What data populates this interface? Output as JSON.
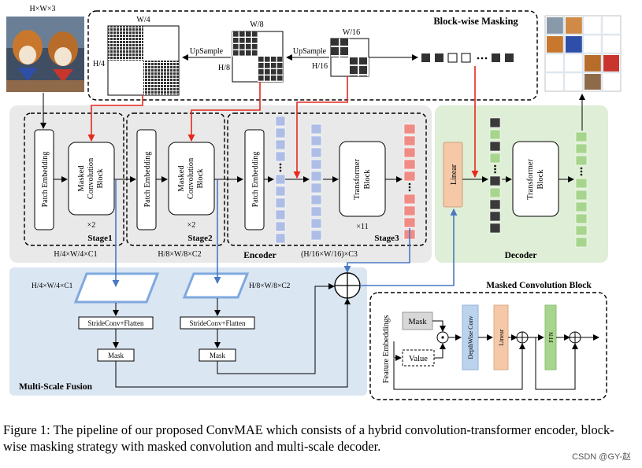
{
  "diagram": {
    "input_dims": "H×W×3",
    "masking": {
      "title": "Block-wise Masking",
      "w4": "W/4",
      "h4": "H/4",
      "w8": "W/8",
      "h8": "H/8",
      "w16": "W/16",
      "h16": "H/16",
      "upsample1": "UpSample",
      "upsample2": "UpSample"
    },
    "encoder": {
      "label": "Encoder",
      "patch_embedding": "Patch Embedding",
      "masked_conv_block": "Masked Convolution Block",
      "transformer_block": "Transformer Block",
      "repeat_x2": "×2",
      "repeat_x11": "×11",
      "stage1": "Stage1",
      "stage2": "Stage2",
      "stage3": "Stage3",
      "dims1": "H/4×W/4×C1",
      "dims2": "H/8×W/8×C2",
      "dims3": "(H/16×W/16)×C3"
    },
    "decoder": {
      "label": "Decoder",
      "linear": "Linear",
      "transformer_block": "Transformer Block"
    },
    "fusion": {
      "label": "Multi-Scale Fusion",
      "dims1": "H/4×W/4×C1",
      "dims2": "H/8×W/8×C2",
      "strideconv": "StrideConv+Flatten",
      "mask": "Mask"
    },
    "mcb": {
      "title": "Masked Convolution Block",
      "feature_embeddings": "Feature Embeddings",
      "mask": "Mask",
      "value": "Value",
      "depthwise_conv": "DepthWise Conv",
      "linear": "Linear",
      "ffn": "FFN"
    },
    "colors": {
      "encoder_bg": "#e9e9e9",
      "decoder_bg": "#dfeed6",
      "fusion_bg": "#dbe6f3",
      "token_blue": "#aebde6",
      "token_red": "#f08c86",
      "token_green": "#a7d58e",
      "token_black": "#3a3a3a",
      "linear_orange": "#f5c9a8",
      "depthwise_blue": "#bcd3ee",
      "arrow_red": "#e8281e",
      "arrow_blue": "#4a78c2"
    }
  },
  "caption": "Figure 1: The pipeline of our proposed ConvMAE which consists of a hybrid convolution-transformer encoder, block-wise masking strategy with masked convolution and multi-scale decoder.",
  "watermark": "CSDN @GY-赵"
}
